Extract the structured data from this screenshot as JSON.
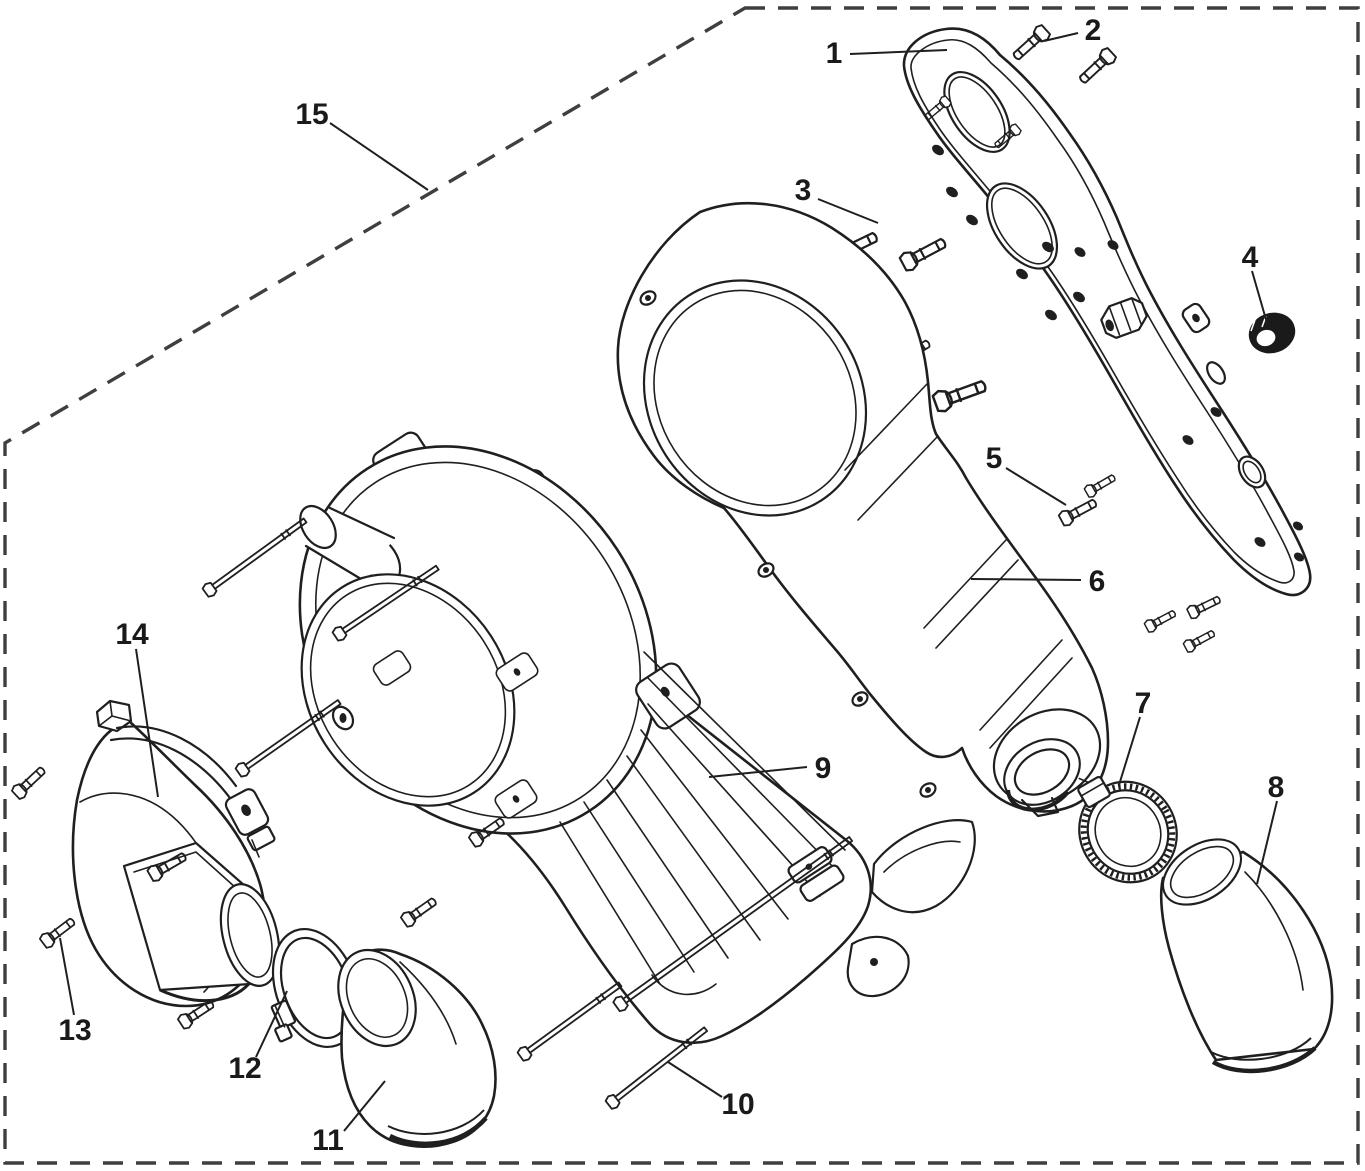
{
  "diagram": {
    "type": "exploded-parts-diagram",
    "background": "#ffffff",
    "line_color": "#1f1f1f",
    "boundary_color": "#3f3f3f"
  },
  "callouts": [
    {
      "label": "1"
    },
    {
      "label": "2"
    },
    {
      "label": "3"
    },
    {
      "label": "4"
    },
    {
      "label": "5"
    },
    {
      "label": "6"
    },
    {
      "label": "7"
    },
    {
      "label": "8"
    },
    {
      "label": "9"
    },
    {
      "label": "10"
    },
    {
      "label": "11"
    },
    {
      "label": "12"
    },
    {
      "label": "13"
    },
    {
      "label": "14"
    },
    {
      "label": "15"
    }
  ]
}
